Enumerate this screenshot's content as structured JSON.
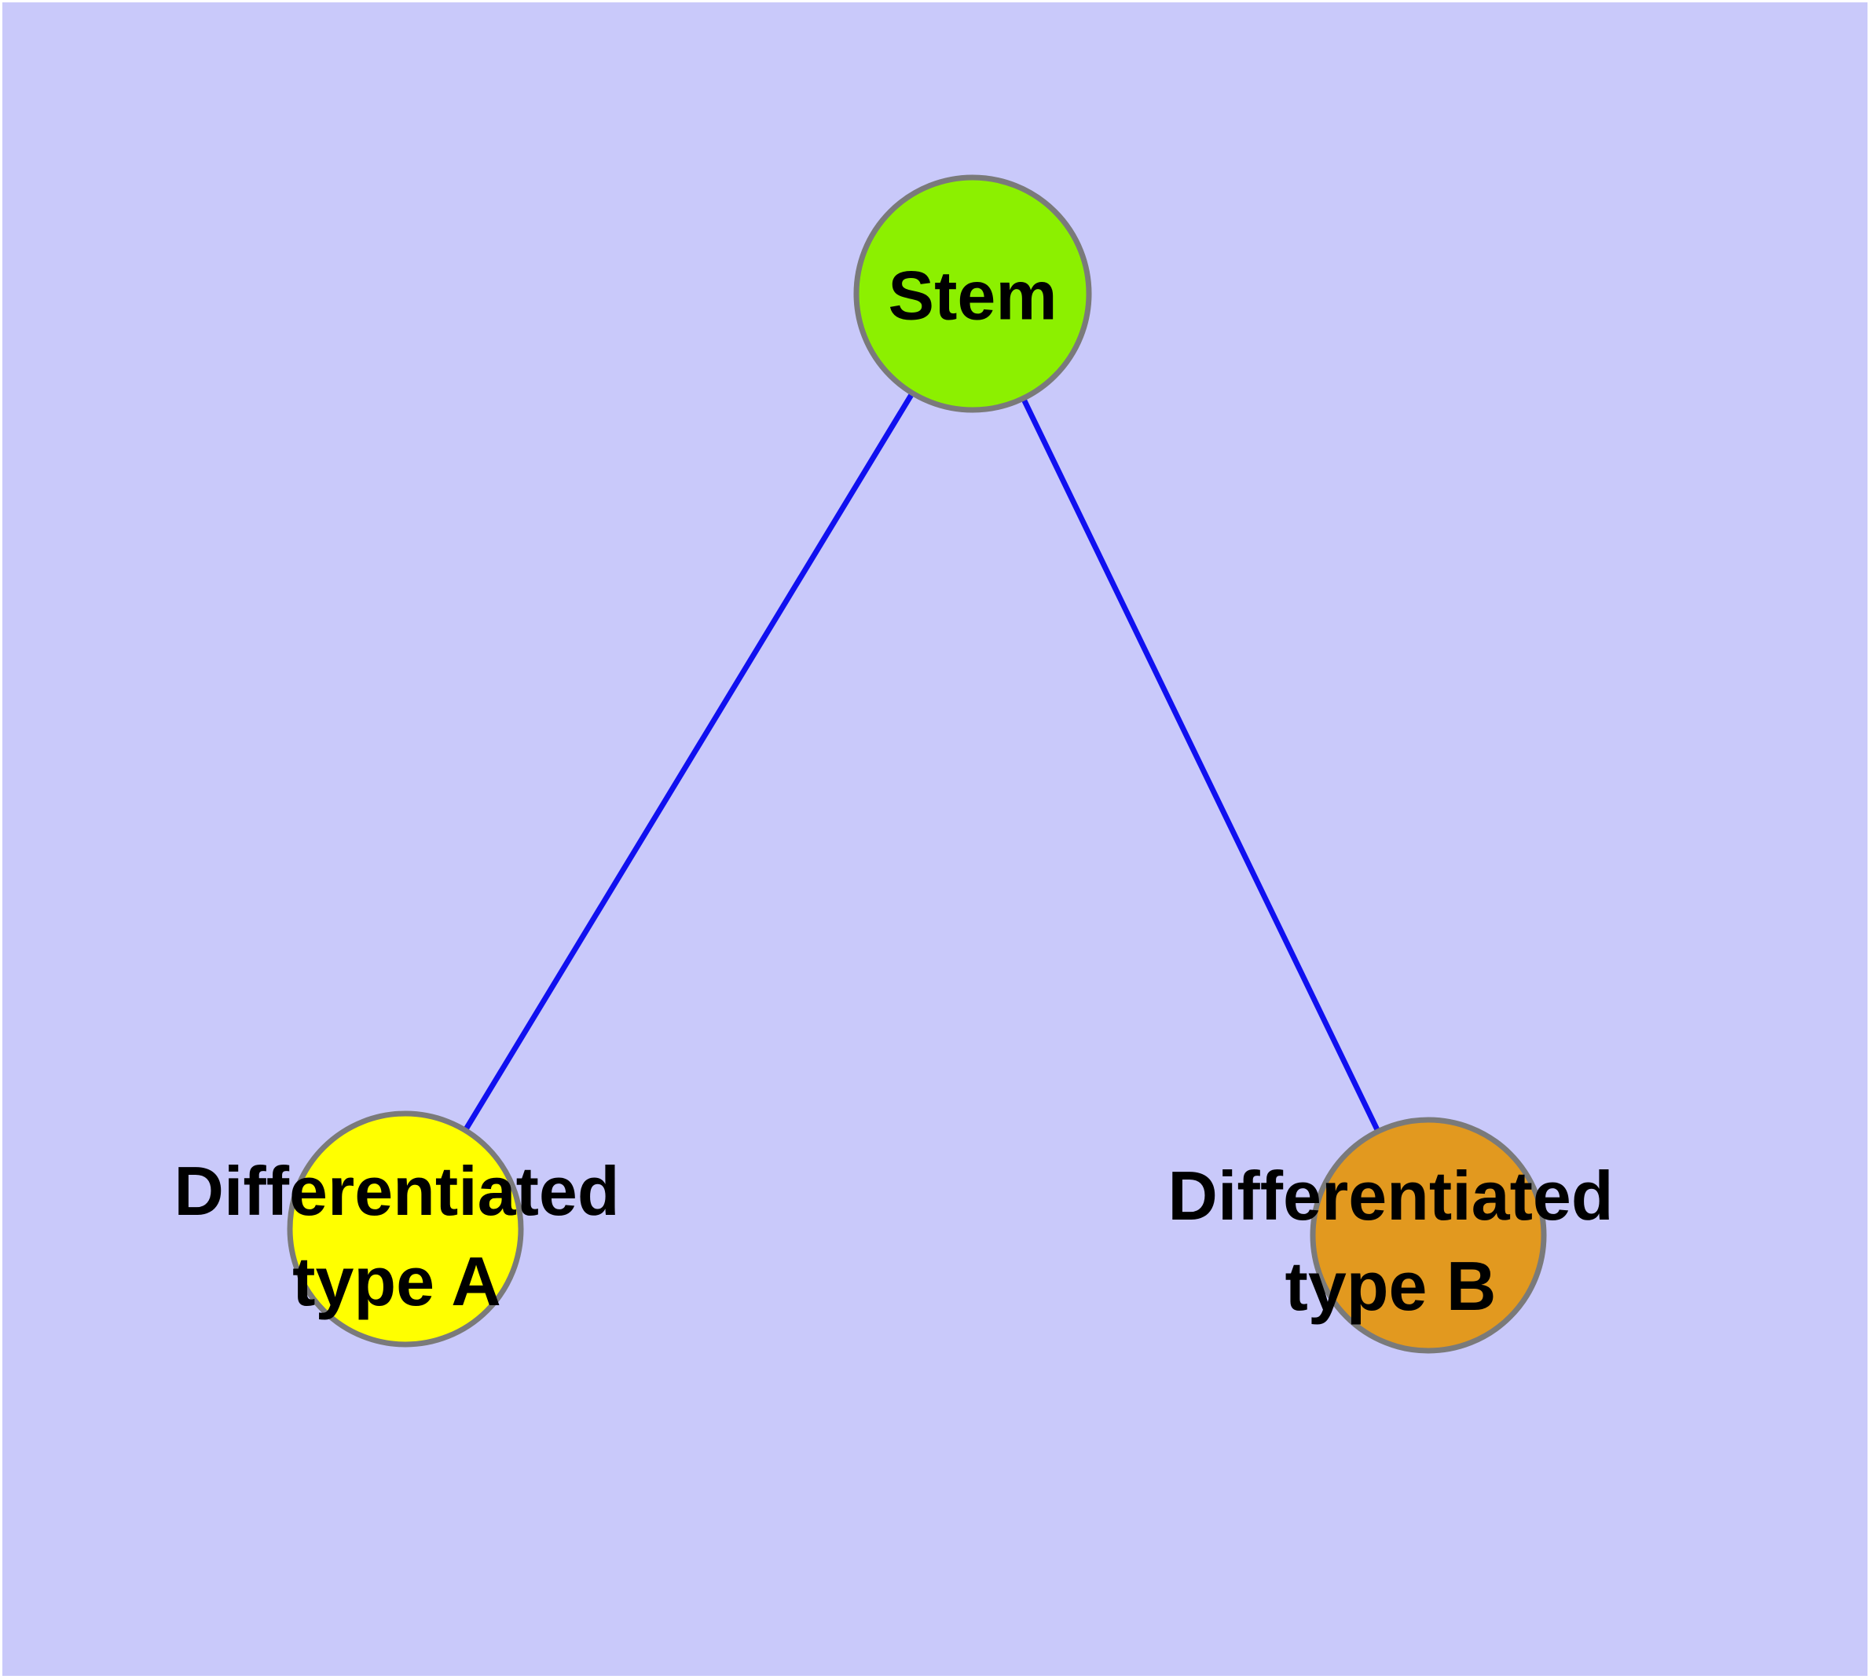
{
  "diagram": {
    "type": "node-link-graph",
    "colors": {
      "background": "#C9C9FA",
      "edge": "#1010F0",
      "node_border": "#7A7A7A",
      "label_text": "#000000"
    },
    "nodes": [
      {
        "id": "stem",
        "label": "Stem",
        "color": "#8CF000"
      },
      {
        "id": "differentiated-type-a",
        "label": "Differentiated type A",
        "label_line1": "Differentiated",
        "label_line2": "type A",
        "color": "#FFFF00"
      },
      {
        "id": "differentiated-type-b",
        "label": "Differentiated type B",
        "label_line1": "Differentiated",
        "label_line2": "type B",
        "color": "#E2991F"
      }
    ],
    "edges": [
      {
        "from": "Stem",
        "to": "Differentiated type A"
      },
      {
        "from": "Stem",
        "to": "Differentiated type B"
      }
    ]
  }
}
